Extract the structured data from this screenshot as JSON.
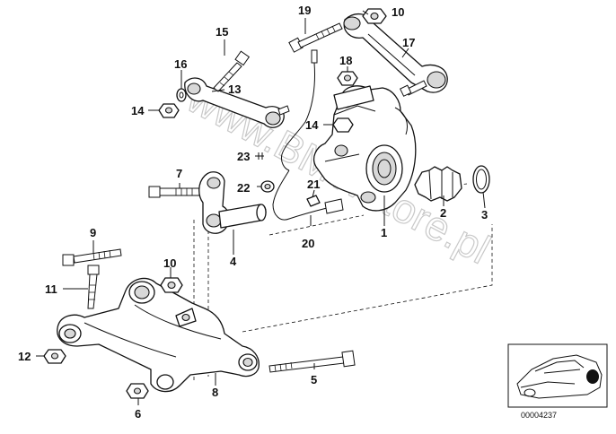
{
  "watermark": "www.BMWstore.pl",
  "figure_number": "00004237",
  "callouts": {
    "c1": "1",
    "c2": "2",
    "c3": "3",
    "c4": "4",
    "c5": "5",
    "c6": "6",
    "c7": "7",
    "c8": "8",
    "c9": "9",
    "c10a": "10",
    "c10b": "10",
    "c11": "11",
    "c12": "12",
    "c13": "13",
    "c14a": "14",
    "c14b": "14",
    "c15": "15",
    "c16": "16",
    "c17": "17",
    "c18": "18",
    "c19": "19",
    "c20": "20",
    "c21": "21",
    "c22": "22",
    "c23": "23"
  }
}
